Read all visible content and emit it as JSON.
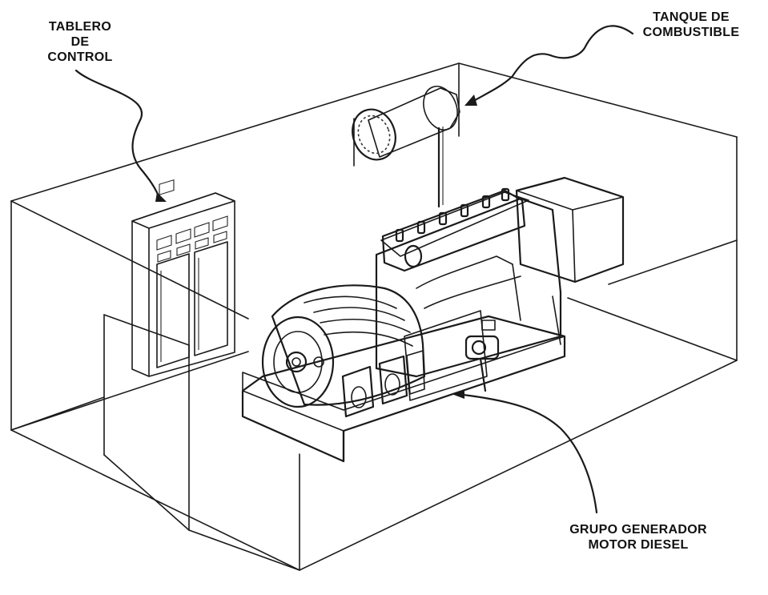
{
  "labels": {
    "control_panel": [
      "TABLERO",
      "DE",
      "CONTROL"
    ],
    "fuel_tank": [
      "TANQUE DE",
      "COMBUSTIBLE"
    ],
    "generator_set": [
      "GRUPO GENERADOR",
      "MOTOR DIESEL"
    ]
  },
  "colors": {
    "line": "#1a1a1a",
    "shade_light": "#f2f1ee",
    "shade_mid": "#d6d4cf",
    "shade_dark": "#a9a7a2"
  }
}
